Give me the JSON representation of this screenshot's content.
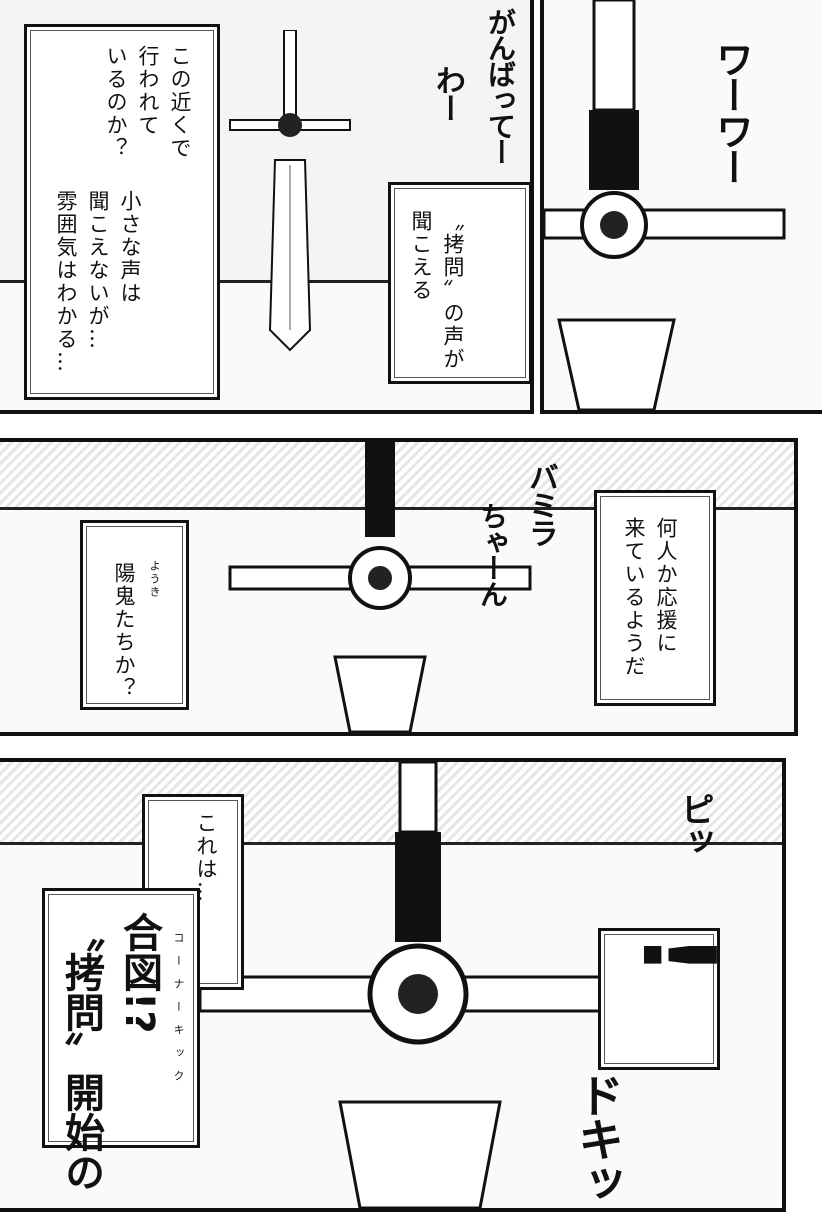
{
  "panel1": {
    "caption_left_a": "この近くで\n行われて\nいるのか？",
    "caption_left_b": "小さな声は\n聞こえないが…\n雰囲気はわかる…",
    "caption_right": "〝拷問〟の声が\n聞こえる",
    "sfx_cheer": "がんばってー",
    "sfx_wa": "わー",
    "sfx_wawa": "ワーワー"
  },
  "panel2": {
    "caption_left": "陽鬼たちか？",
    "caption_left_ruby": "ようき",
    "caption_right": "何人か応援に\n来ているようだ",
    "sfx_name_1": "バミラ",
    "sfx_name_2": "ちゃーん"
  },
  "panel3": {
    "caption_small": "これは…",
    "caption_big": "合図!?\n〝拷問〟開始の",
    "caption_big_ruby": "コーナーキック",
    "sfx_whistle": "ピッ",
    "exclaim": "!",
    "sfx_doki": "ドキッ"
  }
}
